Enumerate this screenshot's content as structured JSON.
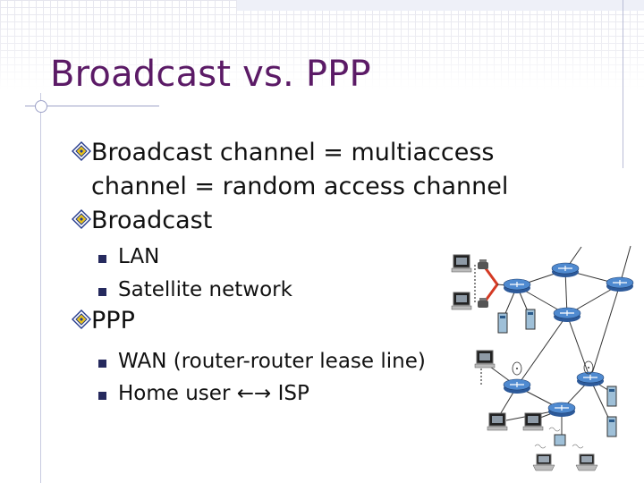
{
  "slide": {
    "title": "Broadcast vs. PPP",
    "bullets": [
      {
        "text": "Broadcast channel = multiaccess channel = random access channel"
      },
      {
        "text": "Broadcast",
        "sub": [
          "LAN",
          "Satellite network"
        ]
      },
      {
        "text": "PPP",
        "sub": [
          "WAN (router-router lease line)",
          "Home user ←→ ISP"
        ]
      }
    ]
  },
  "colors": {
    "title": "#5b1a66",
    "bullet_diamond": "#243a8c",
    "bullet_square": "#262a5e",
    "router": "#3f78c0",
    "link_highlight": "#d43a24"
  },
  "icons": [
    "diamond-bullet-icon",
    "square-bullet-icon",
    "router-icon",
    "computer-icon",
    "telephone-icon",
    "switch-icon",
    "laptop-icon",
    "satellite-dish-icon"
  ]
}
